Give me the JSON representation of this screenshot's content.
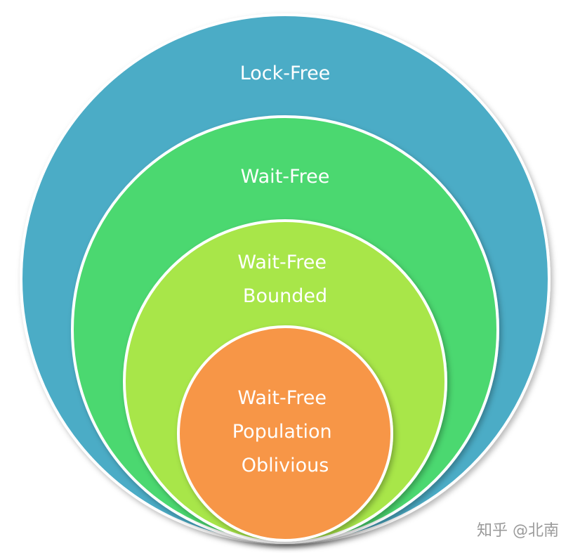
{
  "circles": [
    {
      "id": "lock-free",
      "lines": [
        "Lock-Free"
      ],
      "color": "#4bacc6"
    },
    {
      "id": "wait-free",
      "lines": [
        "Wait-Free"
      ],
      "color": "#4cd870"
    },
    {
      "id": "wait-free-bounded",
      "lines": [
        "Wait-Free",
        "Bounded"
      ],
      "color": "#a8e64a"
    },
    {
      "id": "wait-free-population-oblivious",
      "lines": [
        "Wait-Free",
        "Population",
        "Oblivious"
      ],
      "color": "#f79646"
    }
  ],
  "watermark": "知乎 @北南"
}
